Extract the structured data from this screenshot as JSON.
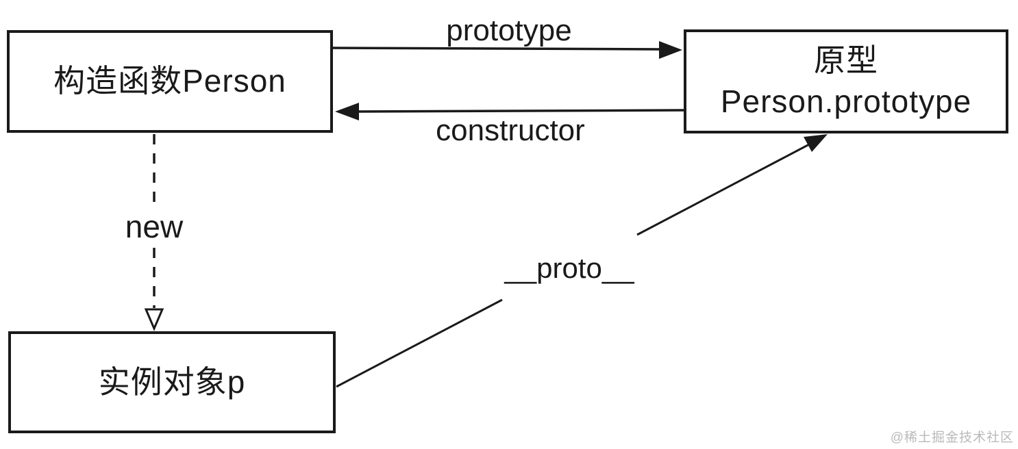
{
  "diagram": {
    "title_context": "JavaScript constructor / prototype / instance relationship diagram",
    "colors": {
      "background": "#ffffff",
      "line": "#1a1a1a",
      "watermark": "#b9b9b9"
    },
    "nodes": {
      "constructor": {
        "label": "构造函数Person"
      },
      "prototype": {
        "label_line1": "原型",
        "label_line2": "Person.prototype"
      },
      "instance": {
        "label": "实例对象p"
      }
    },
    "edges": {
      "prototype_edge": {
        "label": "prototype",
        "style": "solid",
        "from": "constructor",
        "to": "prototype"
      },
      "constructor_edge": {
        "label": "constructor",
        "style": "solid",
        "from": "prototype",
        "to": "constructor"
      },
      "new_edge": {
        "label": "new",
        "style": "dashed",
        "from": "constructor",
        "to": "instance"
      },
      "proto_edge": {
        "label": "__proto__",
        "style": "solid",
        "from": "instance",
        "to": "prototype"
      }
    },
    "watermark": {
      "text": "@稀土掘金技术社区"
    }
  }
}
